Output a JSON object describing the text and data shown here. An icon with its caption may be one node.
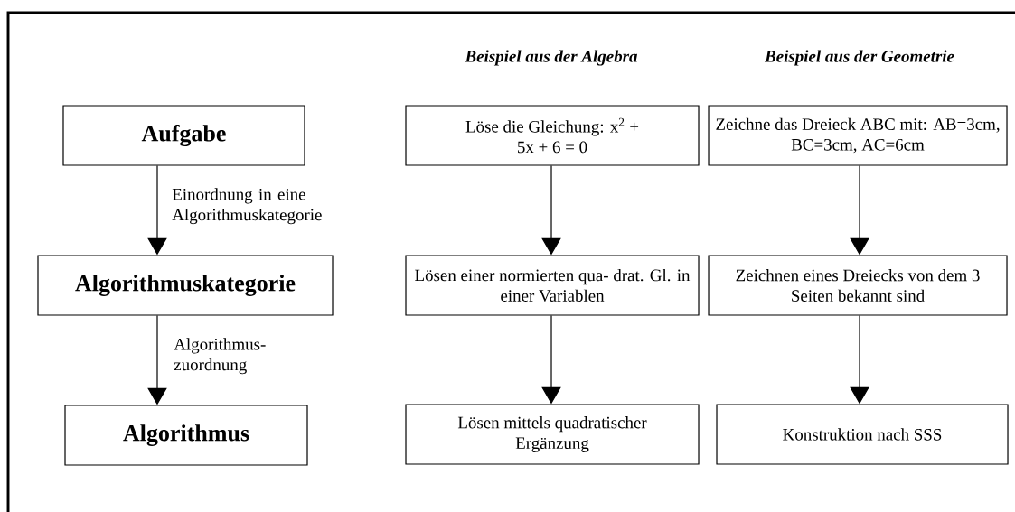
{
  "diagram": {
    "nodes": [
      {
        "text": [
          "Aufgabe"
        ]
      },
      {
        "text": [
          "Algorithmuskategorie"
        ]
      },
      {
        "text": [
          "Algorithmus"
        ]
      },
      {
        "text": [
          "Löse die Gleichung: x$^{2}$ + 5x + 6 = 0"
        ]
      },
      {
        "text": [
          "Lösen einer normierten qua- drat. Gl. in einer Variablen"
        ]
      },
      {
        "text": [
          "Lösen mittels quadratischer Ergänzung"
        ]
      },
      {
        "text": [
          "Zeichne das Dreieck ABC mit: AB=3cm, BC=3cm, AC=6cm"
        ]
      },
      {
        "text": [
          "Zeichnen eines Dreiecks von dem 3 Seiten bekannt sind"
        ]
      },
      {
        "text": [
          "Konstruktion nach SSS"
        ]
      }
    ],
    "edges": [
      {
        "from": 0,
        "to": 1,
        "arrow": "to",
        "label": "Einordnung in eine Algorithmuskategorie"
      },
      {
        "from": 1,
        "to": 2,
        "arrow": "to",
        "label": "Algorithmus- zuordnung"
      },
      {
        "from": 3,
        "to": 4,
        "arrow": "to"
      },
      {
        "from": 4,
        "to": 5,
        "arrow": "to"
      },
      {
        "from": 6,
        "to": 7,
        "arrow": "to"
      },
      {
        "from": 7,
        "to": 8,
        "arrow": "to"
      }
    ],
    "labels": [
      "Beispiel aus der Algebra",
      "Beispiel aus der Geometrie"
    ]
  }
}
